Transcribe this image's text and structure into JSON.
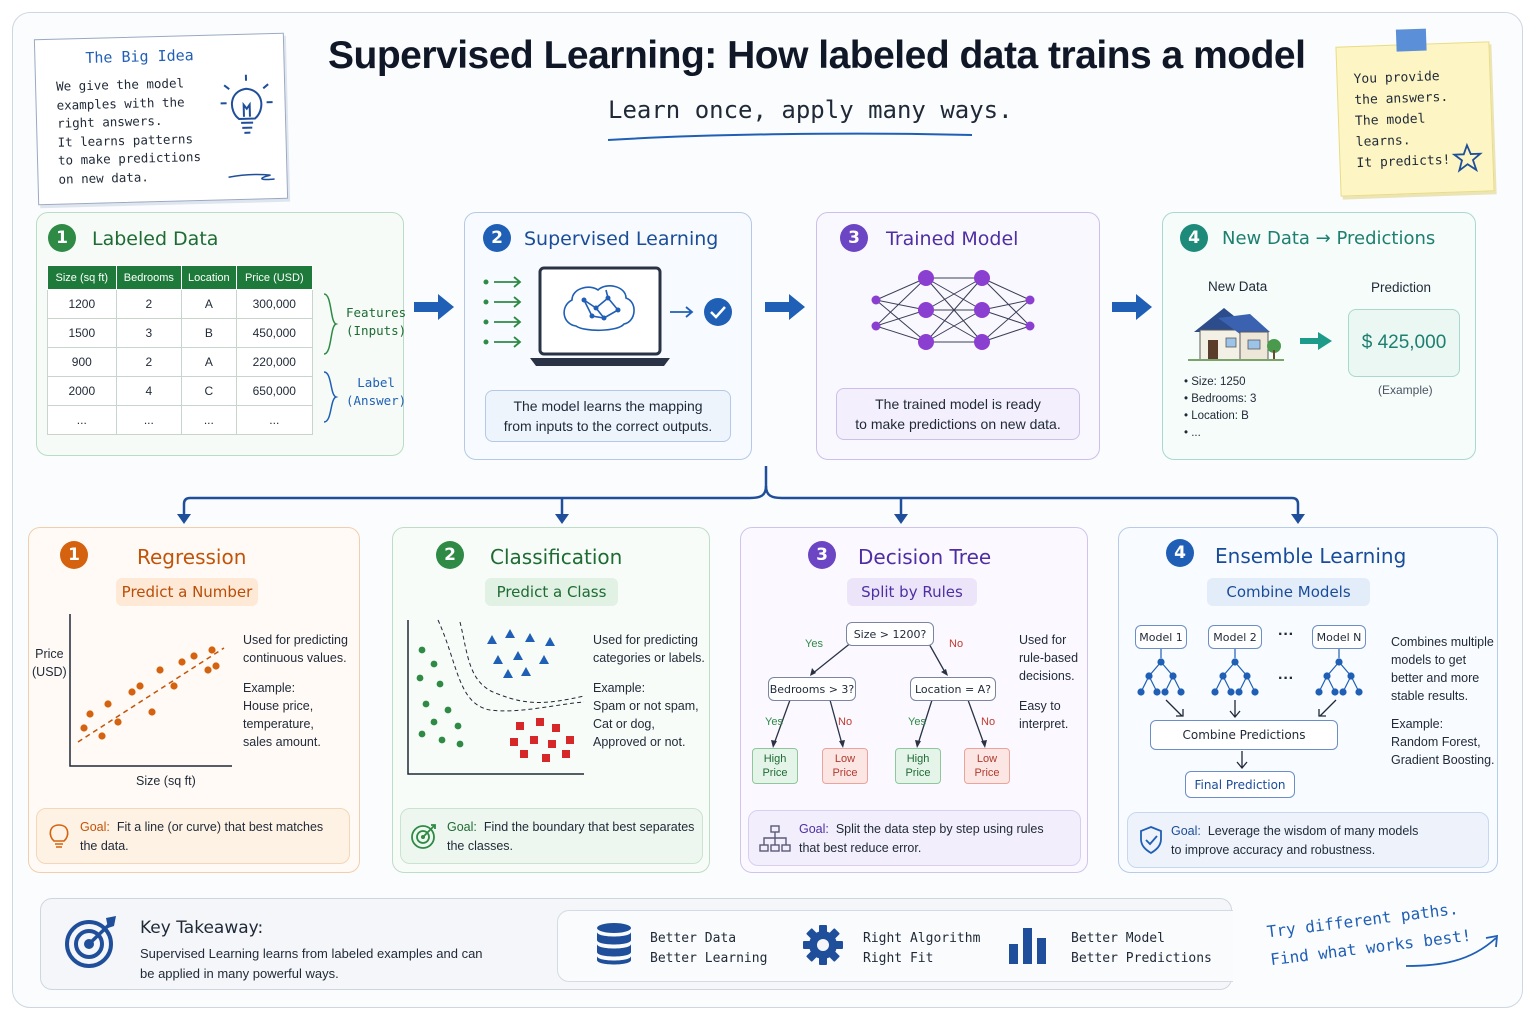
{
  "title": "Supervised Learning: How labeled data trains a model",
  "subtitle": "Learn once, apply many ways.",
  "big_idea": {
    "heading": "The Big Idea",
    "lines": [
      "We give the model",
      "examples with the",
      "right answers.",
      "It learns patterns",
      "to make predictions",
      "on new data."
    ]
  },
  "sticky": {
    "lines": [
      "You provide",
      "the answers.",
      "The model",
      "learns.",
      "It predicts!"
    ]
  },
  "steps": {
    "s1": {
      "num": "1",
      "title": "Labeled Data",
      "headers": [
        "Size (sq ft)",
        "Bedrooms",
        "Location",
        "Price (USD)"
      ],
      "rows": [
        [
          "1200",
          "2",
          "A",
          "300,000"
        ],
        [
          "1500",
          "3",
          "B",
          "450,000"
        ],
        [
          "900",
          "2",
          "A",
          "220,000"
        ],
        [
          "2000",
          "4",
          "C",
          "650,000"
        ],
        [
          "...",
          "...",
          "...",
          "..."
        ]
      ],
      "features": [
        "Features",
        "(Inputs)"
      ],
      "label": [
        "Label",
        "(Answer)"
      ]
    },
    "s2": {
      "num": "2",
      "title": "Supervised Learning",
      "note": [
        "The model learns the mapping",
        "from inputs to the correct outputs."
      ]
    },
    "s3": {
      "num": "3",
      "title": "Trained Model",
      "note": [
        "The trained model is ready",
        "to make predictions on new data."
      ]
    },
    "s4": {
      "num": "4",
      "title": "New Data → Predictions",
      "new_data": "New Data",
      "prediction": "Prediction",
      "bullets": [
        "Size: 1250",
        "Bedrooms: 3",
        "Location: B",
        "..."
      ],
      "value": "$ 425,000",
      "example": "(Example)"
    }
  },
  "methods": {
    "reg": {
      "num": "1",
      "title": "Regression",
      "tag": "Predict a Number",
      "ylabel": [
        "Price",
        "(USD)"
      ],
      "xlabel": "Size (sq ft)",
      "desc": [
        "Used for predicting",
        "continuous values."
      ],
      "ex": [
        "Example:",
        "House price,",
        "temperature,",
        "sales amount."
      ],
      "goal_label": "Goal:",
      "goal": [
        "Fit a line (or curve) that best matches",
        "the data."
      ]
    },
    "cls": {
      "num": "2",
      "title": "Classification",
      "tag": "Predict a Class",
      "desc": [
        "Used for predicting",
        "categories or labels."
      ],
      "ex": [
        "Example:",
        "Spam or not spam,",
        "Cat or dog,",
        "Approved or not."
      ],
      "goal_label": "Goal:",
      "goal": [
        "Find the boundary that best separates",
        "the classes."
      ]
    },
    "dt": {
      "num": "3",
      "title": "Decision Tree",
      "tag": "Split by Rules",
      "root": "Size > 1200?",
      "left": "Bedrooms > 3?",
      "right": "Location = A?",
      "yes": "Yes",
      "no": "No",
      "high": [
        "High",
        "Price"
      ],
      "low": [
        "Low",
        "Price"
      ],
      "desc": [
        "Used for",
        "rule-based",
        "decisions."
      ],
      "ex": [
        "Easy to",
        "interpret."
      ],
      "goal_label": "Goal:",
      "goal": [
        "Split the data step by step using rules",
        "that best reduce error."
      ]
    },
    "ens": {
      "num": "4",
      "title": "Ensemble Learning",
      "tag": "Combine Models",
      "models": [
        "Model 1",
        "Model 2",
        "Model N"
      ],
      "dots": "···",
      "combine": "Combine Predictions",
      "final": "Final Prediction",
      "desc": [
        "Combines multiple",
        "models to get",
        "better and more",
        "stable results."
      ],
      "ex": [
        "Example:",
        "Random Forest,",
        "Gradient Boosting."
      ],
      "goal_label": "Goal:",
      "goal": [
        "Leverage the wisdom of many models",
        "to improve accuracy and robustness."
      ]
    }
  },
  "takeaway": {
    "title": "Key Takeaway:",
    "lines": [
      "Supervised Learning learns from labeled examples and can",
      "be applied in many powerful ways."
    ],
    "items": [
      [
        "Better Data",
        "Better Learning"
      ],
      [
        "Right Algorithm",
        "Right Fit"
      ],
      [
        "Better Model",
        "Better Predictions"
      ]
    ]
  },
  "try": [
    "Try different paths.",
    "Find what works best!"
  ],
  "colors": {
    "blue": "#1f5fb5",
    "green": "#2e8a45",
    "purple": "#6b45c4",
    "orange": "#d4620f",
    "teal": "#1d9b8a"
  }
}
